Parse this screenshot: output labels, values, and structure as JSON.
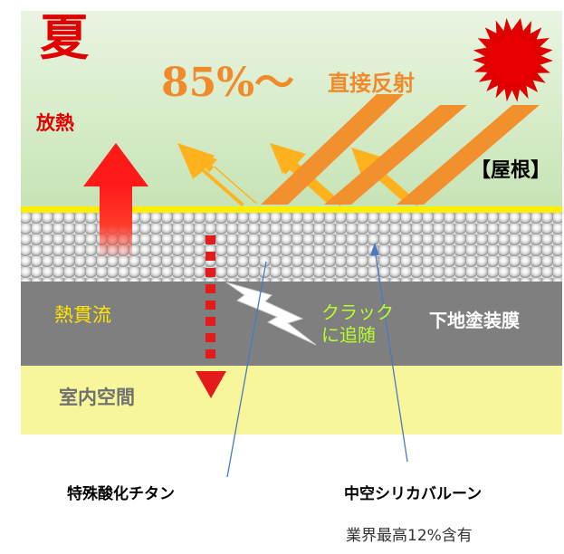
{
  "labels": {
    "summer": "夏",
    "reflection_percent": "85%～",
    "direct_reflection": "直接反射",
    "heat_radiation": "放熱",
    "roof": "【屋根】",
    "heat_flow": "熱貫流",
    "crack_line1": "クラック",
    "crack_line2": "に追随",
    "base_coat": "下地塗装膜",
    "room": "室内空間",
    "titanium_oxide": "特殊酸化チタン",
    "hollow_balloon": "中空シリカバルーン",
    "industry_best": "業界最高12%含有"
  },
  "colors": {
    "sun": "#e00000",
    "reflection_arrow": "#f2902e",
    "incoming_arrow": "#ffb21e",
    "heat_arrow": "#ff1a1a",
    "coating_top": "#ffee00",
    "base_coat": "#7f7f7f",
    "room": "#f7f69b",
    "pointer_line": "#4a78c4"
  },
  "icons": [
    "sun-icon",
    "heat-radiation-arrow",
    "heat-flow-arrow",
    "crack-lightning-icon"
  ]
}
